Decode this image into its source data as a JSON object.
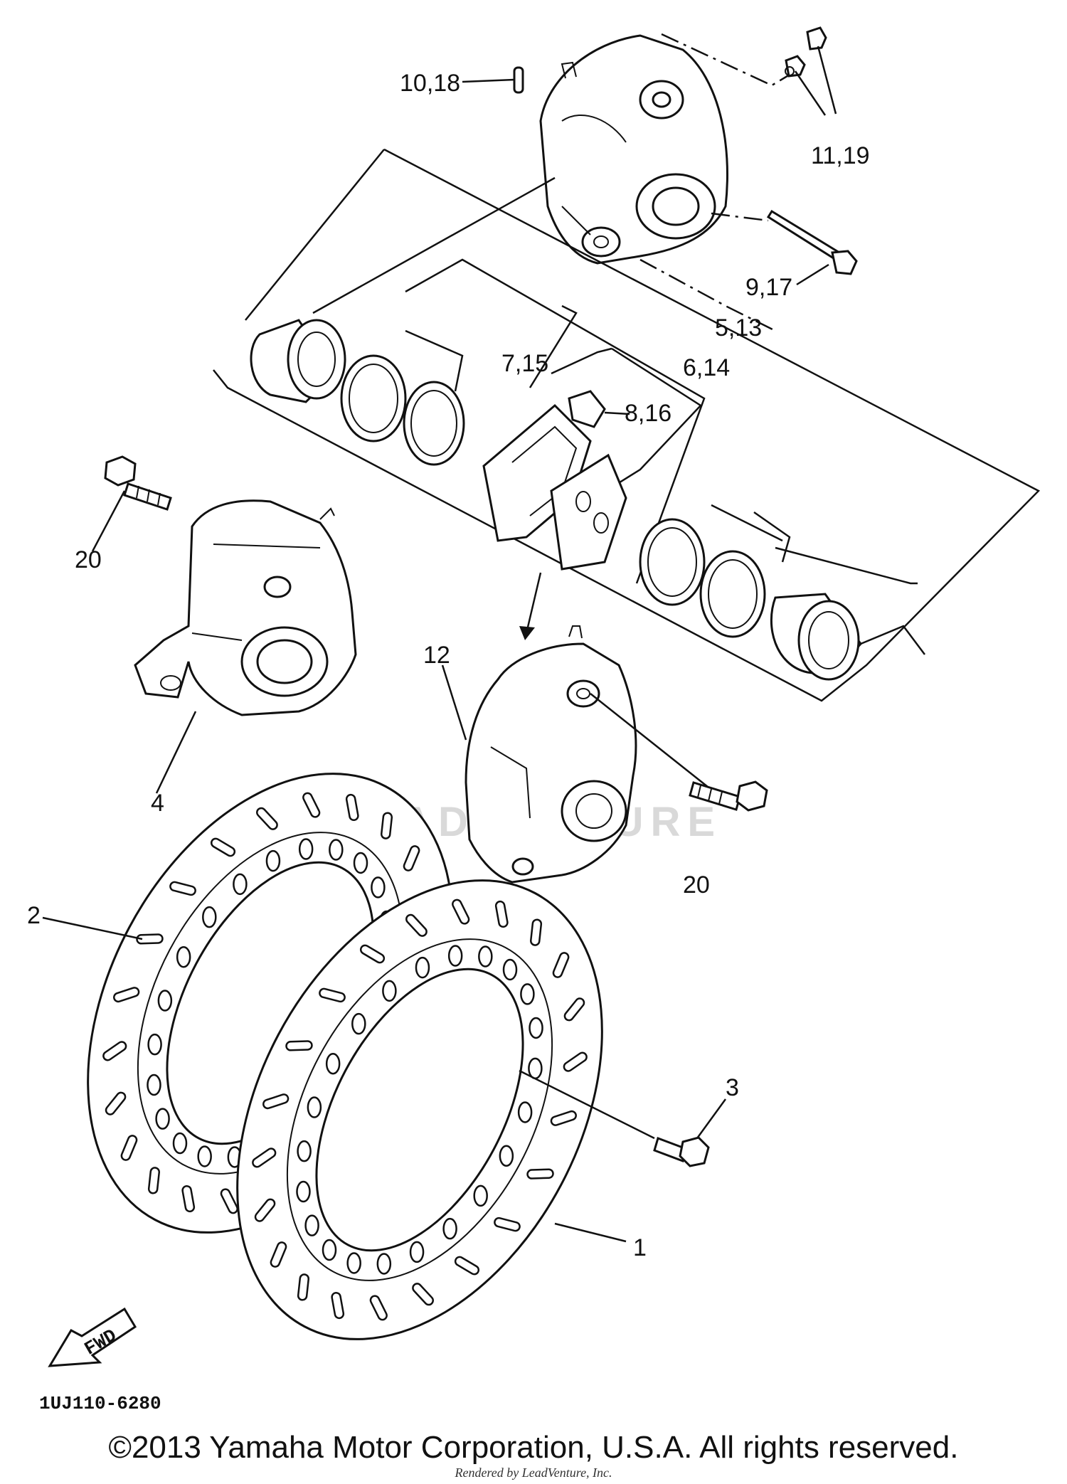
{
  "diagram": {
    "part_labels": {
      "p1": "1",
      "p2": "2",
      "p3": "3",
      "p4": "4",
      "p5_13": "5,13",
      "p6_14": "6,14",
      "p7_15": "7,15",
      "p8_16": "8,16",
      "p9_17": "9,17",
      "p10_18": "10,18",
      "p11_19": "11,19",
      "p12": "12",
      "p20a": "20",
      "p20b": "20"
    },
    "direction_arrow_label": "FWD",
    "figure_code": "1UJ110-6280",
    "watermark": "LEADVENTURE"
  },
  "footer": {
    "copyright": "©2013 Yamaha Motor Corporation, U.S.A. All rights reserved.",
    "rendered_by": "Rendered by LeadVenture, Inc."
  }
}
